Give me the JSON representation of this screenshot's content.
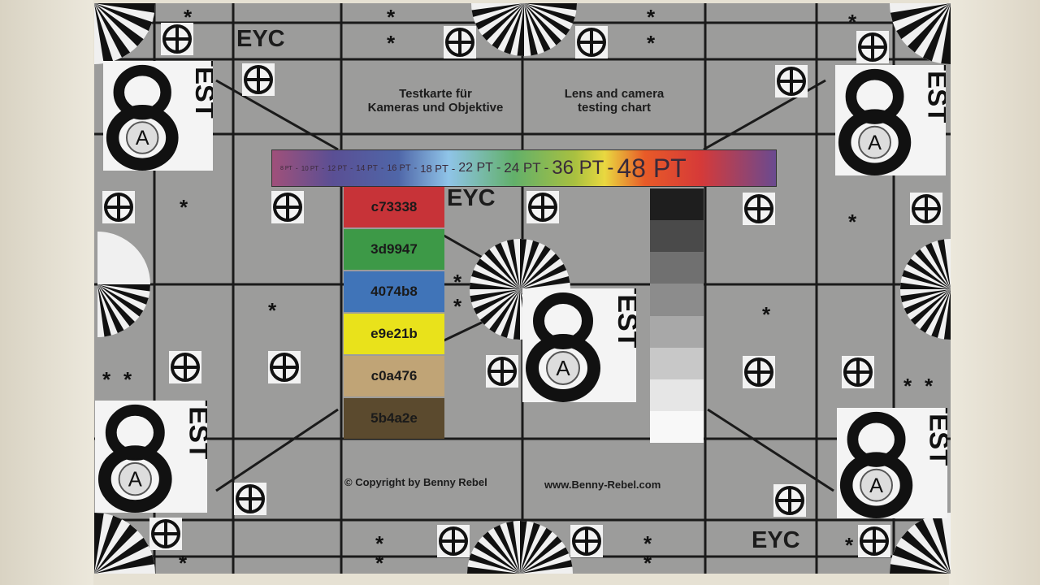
{
  "chart": {
    "brand_labels": [
      "EYC",
      "EYC",
      "EYC"
    ],
    "title_de": [
      "Testkarte für",
      "Kameras und Objektive"
    ],
    "title_en": [
      "Lens and camera",
      "testing chart"
    ],
    "font_scale": [
      "8 PT",
      "-",
      "10 PT",
      "-",
      "12 PT",
      "-",
      "14 PT",
      "-",
      "16 PT",
      "-",
      "18 PT",
      "-",
      "22 PT",
      "-",
      "24 PT",
      "-",
      "36 PT",
      "-",
      "48 PT"
    ],
    "color_swatches": [
      {
        "label": "c73338",
        "color": "#c73338"
      },
      {
        "label": "3d9947",
        "color": "#3d9947"
      },
      {
        "label": "4074b8",
        "color": "#4074b8"
      },
      {
        "label": "e9e21b",
        "color": "#e9e21b"
      },
      {
        "label": "c0a476",
        "color": "#c0a476"
      },
      {
        "label": "5b4a2e",
        "color": "#5b4a2e"
      }
    ],
    "grayscale": [
      "#1e1e1e",
      "#4a4a4a",
      "#707070",
      "#8c8c8c",
      "#a8a8a8",
      "#c8c8c8",
      "#e6e6e6",
      "#f8f8f8"
    ],
    "copyright": "© Copyright by Benny Rebel",
    "website": "www.Benny-Rebel.com",
    "block_text": {
      "digit": "8",
      "letter": "A",
      "word": "TEST"
    }
  }
}
